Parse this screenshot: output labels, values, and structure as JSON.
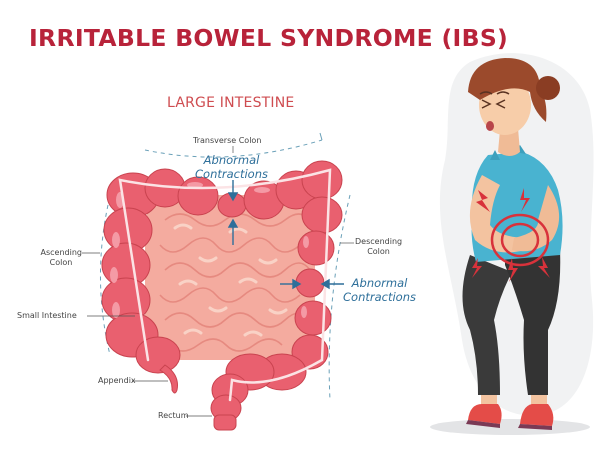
{
  "title": "IRRITABLE BOWEL SYNDROME (IBS)",
  "diagram": {
    "heading": "LARGE INTESTINE",
    "labels": {
      "transverse_colon": "Transverse Colon",
      "ascending_colon_line1": "Ascending",
      "ascending_colon_line2": "Colon",
      "descending_colon_line1": "Descending",
      "descending_colon_line2": "Colon",
      "small_intestine": "Small Intestine",
      "appendix": "Appendix",
      "rectum": "Rectum"
    },
    "annotations": {
      "top_line1": "Abnormal",
      "top_line2": "Contractions",
      "right_line1": "Abnormal",
      "right_line2": "Contractions"
    }
  },
  "illustration": {
    "subject": "woman holding abdomen in pain",
    "icons": [
      "pain-lightning-icon",
      "pain-ring-icon"
    ]
  },
  "colors": {
    "title": "#b8233a",
    "heading": "#cf4c50",
    "annotation": "#2e6f9a",
    "colon": "#e9606f",
    "small_intestine": "#f3a99e",
    "top": "#49b3d0",
    "leggings": "#3a3a3a",
    "shoes": "#e44c48",
    "hair": "#9b4a2c"
  }
}
